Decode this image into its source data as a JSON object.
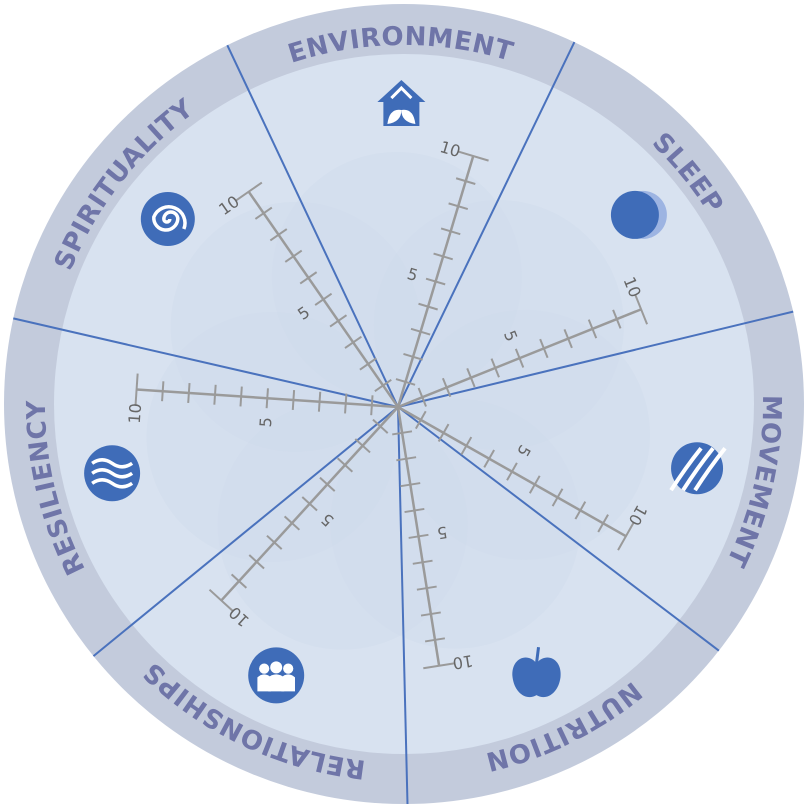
{
  "wheel": {
    "colors": {
      "ring": "#c3cbdc",
      "face": "#d8e2f0",
      "divider": "#4a72bd",
      "axis": "#9a9a9a",
      "label": "#6f75a8",
      "icon": "#3f6cb8",
      "icon_light": "#9db4e2",
      "petal": "#cfd9eb"
    },
    "scale": {
      "min": 0,
      "max": 10,
      "labeled_ticks": [
        "5",
        "10"
      ]
    },
    "segments": [
      {
        "label": "ENVIRONMENT",
        "icon": "house-leaf-icon"
      },
      {
        "label": "SLEEP",
        "icon": "moon-icon"
      },
      {
        "label": "MOVEMENT",
        "icon": "striped-ball-icon"
      },
      {
        "label": "NUTRITION",
        "icon": "apple-icon"
      },
      {
        "label": "RELATIONSHIPS",
        "icon": "people-group-icon"
      },
      {
        "label": "RESILIENCY",
        "icon": "waves-icon"
      },
      {
        "label": "SPIRITUALITY",
        "icon": "spiral-icon"
      }
    ]
  }
}
